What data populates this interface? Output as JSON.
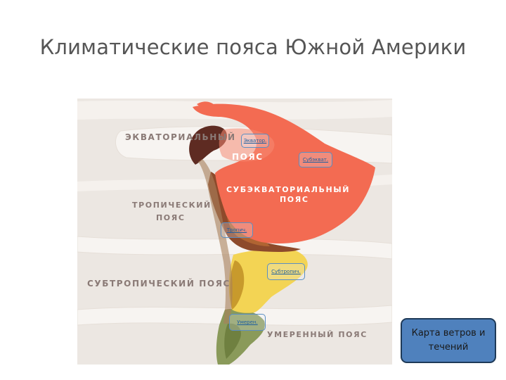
{
  "slide": {
    "title": "Климатические пояса Южной Америки"
  },
  "map": {
    "belt_labels": {
      "equatorial_1": "ЭКВАТОРИАЛЬНЫЙ",
      "equatorial_2": "ПОЯС",
      "subequatorial_1": "СУБЭКВАТОРИАЛЬНЫЙ",
      "subequatorial_2": "ПОЯС",
      "tropical_1": "ТРОПИЧЕСКИЙ",
      "tropical_2": "ПОЯС",
      "subtropical": "СУБТРОПИЧЕСКИЙ ПОЯС",
      "temperate": "УМЕРЕННЫЙ ПОЯС"
    },
    "links": {
      "equator": "Экватор.",
      "subequatorial": "Субэкват.",
      "tropical": "Тропич.",
      "subtropical": "Субтропич.",
      "temperate": "Умерен."
    },
    "colors": {
      "ocean": "#ece7e2",
      "band": "#f7f4f1",
      "equatorial": "#5e2b22",
      "subequatorial": "#f36b52",
      "tropical": "#8d4a2b",
      "subtropical": "#f3d454",
      "temperate": "#8a9a5a"
    }
  },
  "nav": {
    "button_label": "Карта ветров и течений",
    "button_color": "#4f81bd"
  }
}
